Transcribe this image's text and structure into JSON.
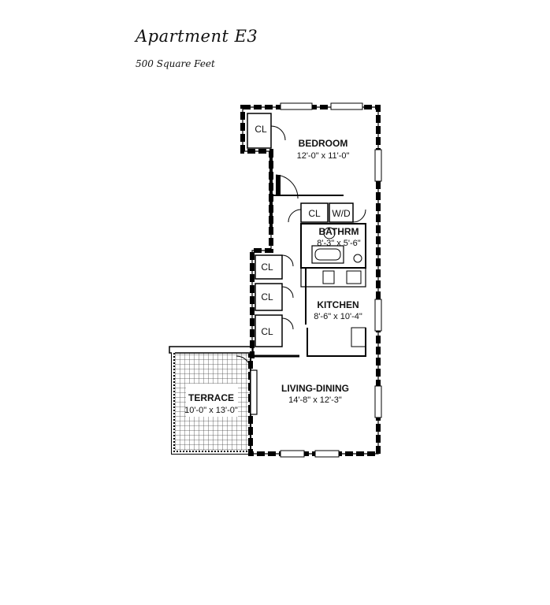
{
  "header": {
    "title": "Apartment E3",
    "subtitle": "500 Square Feet"
  },
  "rooms": [
    {
      "name": "BEDROOM",
      "dims": "12'-0\" x 11'-0\""
    },
    {
      "name": "BATHRM",
      "dims": "8'-3\" x 5'-6\""
    },
    {
      "name": "KITCHEN",
      "dims": "8'-6\" x 10'-4\""
    },
    {
      "name": "LIVING-DINING",
      "dims": "14'-8\" x 12'-3\""
    },
    {
      "name": "TERRACE",
      "dims": "10'-0\" x 13'-0\""
    }
  ],
  "closets": {
    "cl_label": "CL",
    "wd_label": "W/D"
  }
}
